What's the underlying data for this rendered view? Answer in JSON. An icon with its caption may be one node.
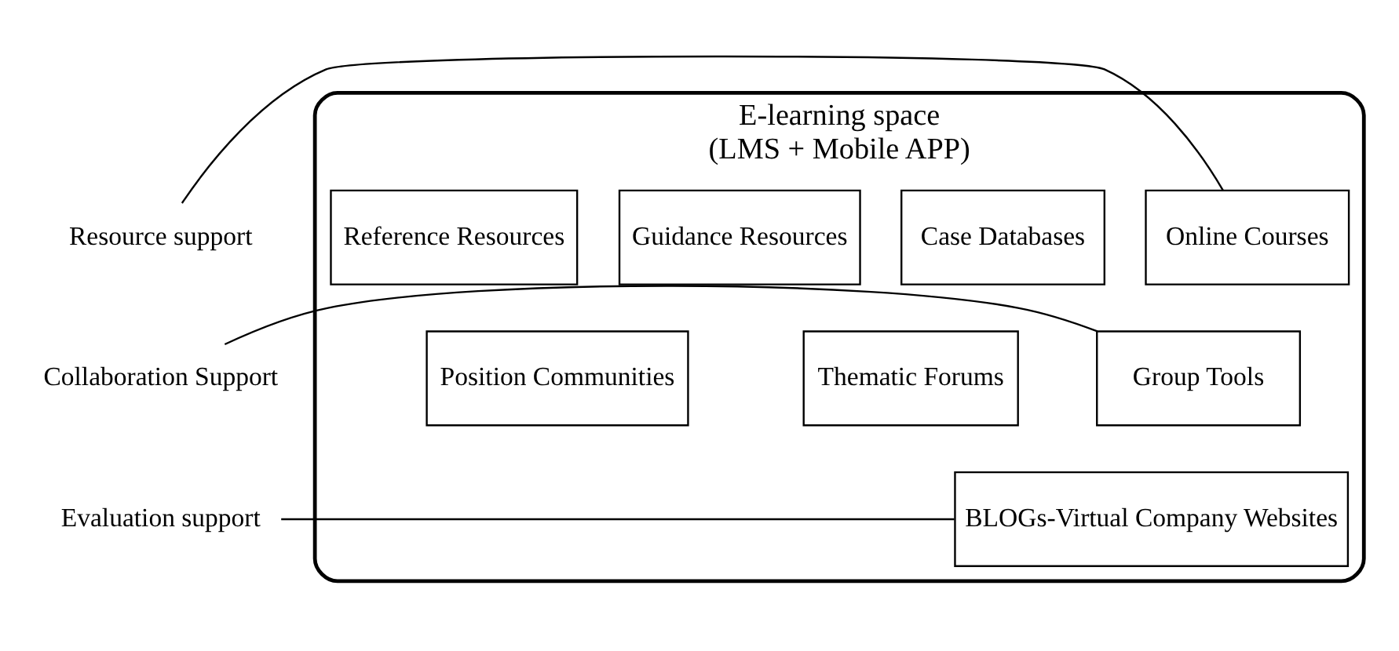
{
  "diagram": {
    "nodes": [
      {
        "text": [
          "E-learning space",
          "(LMS + Mobile APP)"
        ]
      },
      {
        "text": [
          "Online Courses"
        ],
        "in": 0
      },
      {
        "text": [
          "Case Databases"
        ],
        "in": 0
      },
      {
        "text": [
          "Guidance Resources"
        ],
        "in": 0
      },
      {
        "text": [
          "Reference Resources"
        ],
        "in": 0
      },
      {
        "text": [
          "Group Tools"
        ],
        "in": 0
      },
      {
        "text": [
          "Thematic Forums"
        ],
        "in": 0
      },
      {
        "text": [
          "Position Communities"
        ],
        "in": 0
      },
      {
        "text": [
          "BLOGs-Virtual Company Websites"
        ],
        "in": 0
      },
      {
        "text": [
          "Resource support"
        ]
      },
      {
        "text": [
          "Collaboration Support"
        ]
      },
      {
        "text": [
          "Evaluation support"
        ]
      }
    ],
    "edges": [
      {
        "from": 9,
        "to": 1,
        "arrow": "none"
      },
      {
        "from": 10,
        "to": 5,
        "arrow": "none"
      },
      {
        "from": 11,
        "to": 8,
        "arrow": "none"
      }
    ]
  }
}
